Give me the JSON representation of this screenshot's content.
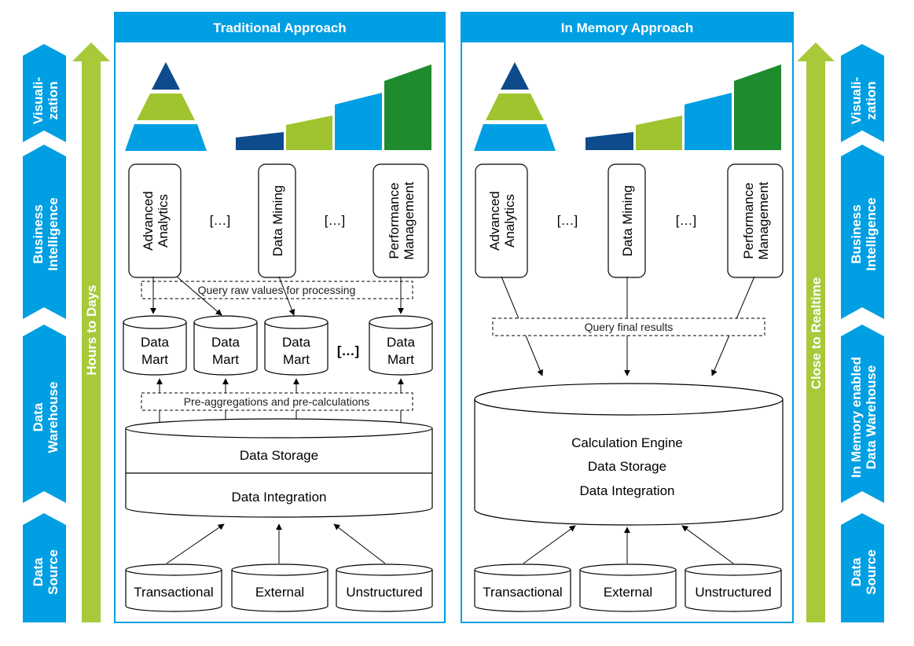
{
  "layers_left": [
    "Visuali-|zation",
    "Business|Intelligence",
    "Data|Warehouse",
    "Data|Source"
  ],
  "layers_right": [
    "Visuali-|zation",
    "Business|Intelligence",
    "In Memory enabled|Data Warehouse",
    "Data|Source"
  ],
  "timing_left": "Hours to Days",
  "timing_right": "Close to Realtime",
  "traditional": {
    "title": "Traditional Approach",
    "bi_tools": [
      "Advanced|Analytics",
      "Data Mining",
      "Performance|Management"
    ],
    "ellipsis": "[…]",
    "query_label": "Query raw values for processing",
    "data_marts": [
      "Data|Mart",
      "Data|Mart",
      "Data|Mart",
      "Data|Mart"
    ],
    "agg_label": "Pre-aggregations and pre-calculations",
    "storage": "Data Storage",
    "integration": "Data Integration",
    "sources": [
      "Transactional",
      "External",
      "Unstructured"
    ]
  },
  "inmemory": {
    "title": "In Memory Approach",
    "bi_tools": [
      "Advanced|Analytics",
      "Data Mining",
      "Performance|Management"
    ],
    "ellipsis": "[…]",
    "query_label": "Query final results",
    "engine_lines": [
      "Calculation Engine",
      "Data Storage",
      "Data Integration"
    ],
    "sources": [
      "Transactional",
      "External",
      "Unstructured"
    ]
  },
  "colors": {
    "blue": "#009fe3",
    "navy": "#0d4b8c",
    "lime": "#a0c42f",
    "green": "#1f8b2f",
    "timeline": "#a7c93a"
  }
}
